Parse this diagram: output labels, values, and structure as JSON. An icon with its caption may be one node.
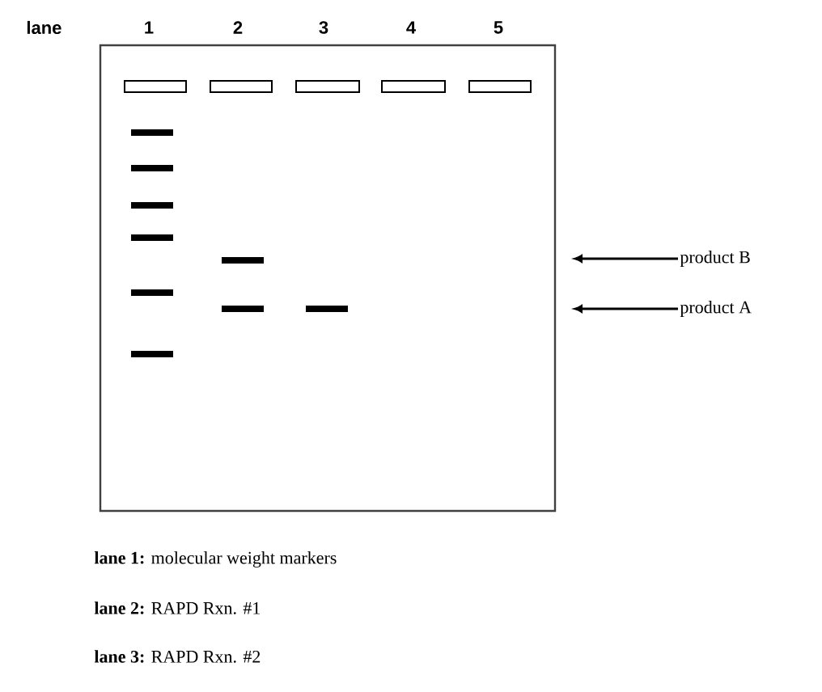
{
  "diagram": {
    "nodes": [
      {
        "text": [
          "product B"
        ]
      },
      {
        "text": [
          "product A"
        ]
      }
    ],
    "edges": [
      {
        "from": 0,
        "to": null,
        "arrow": "to"
      },
      {
        "from": 1,
        "to": null,
        "arrow": "to"
      }
    ],
    "labels": [
      "lane",
      "1",
      "2",
      "3",
      "4",
      "5",
      "**lane 1:** molecular weight markers",
      "**lane 2:** RAPD Rxn. #1",
      "**lane 3:** RAPD Rxn. #2"
    ]
  }
}
